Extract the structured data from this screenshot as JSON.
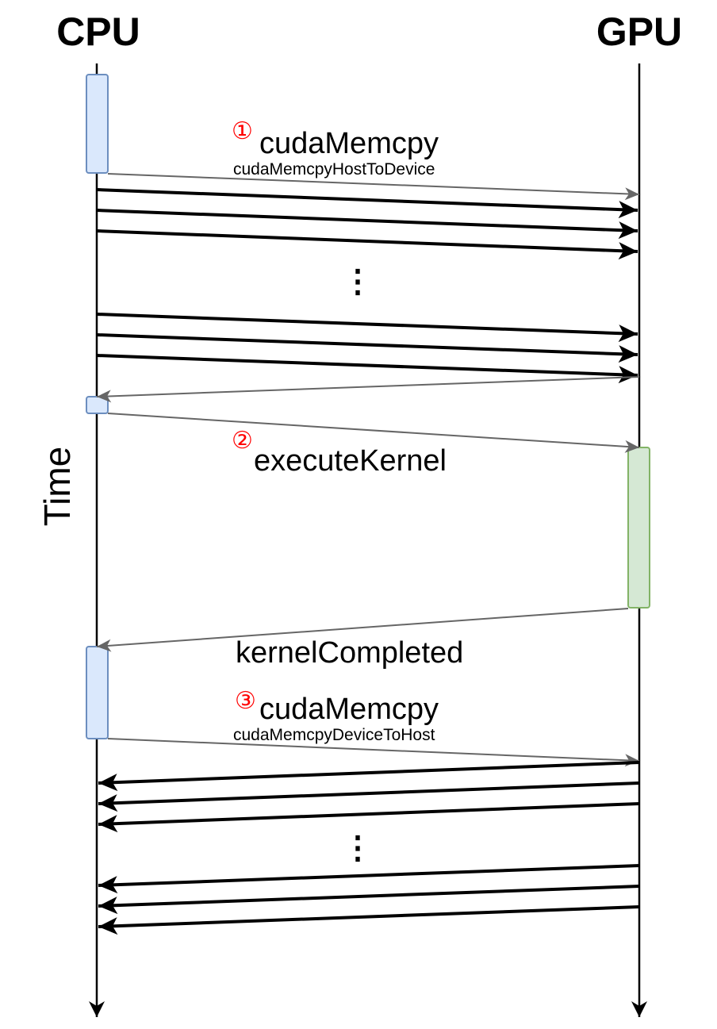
{
  "lifelines": {
    "cpu_label": "CPU",
    "gpu_label": "GPU"
  },
  "axis": {
    "time_label": "Time"
  },
  "steps": {
    "step1": {
      "marker": "①",
      "title": "cudaMemcpy",
      "subtitle": "cudaMemcpyHostToDevice"
    },
    "step2": {
      "marker": "②",
      "title": "executeKernel"
    },
    "completion": {
      "title": "kernelCompleted"
    },
    "step3": {
      "marker": "③",
      "title": "cudaMemcpy",
      "subtitle": "cudaMemcpyDeviceToHost"
    }
  },
  "ellipsis": {
    "host_to_device": "⋮",
    "device_to_host": "⋮"
  },
  "colors": {
    "cpu_activation_fill": "#dae8fc",
    "cpu_activation_stroke": "#6c8ebf",
    "gpu_activation_fill": "#d5e8d4",
    "gpu_activation_stroke": "#82b366",
    "control_arrow": "#666666",
    "data_arrow": "#000000",
    "marker": "#ff0000"
  }
}
